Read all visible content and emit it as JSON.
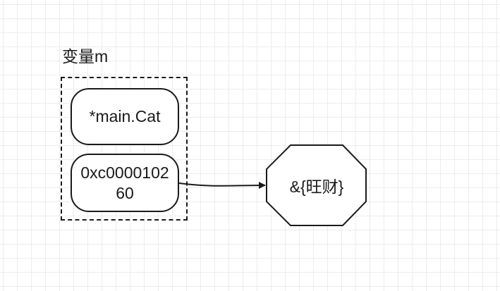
{
  "diagram": {
    "variable_label": "变量m",
    "type_cell": "*main.Cat",
    "address_cell": "0xc000010260",
    "target_value": "&{旺财}"
  },
  "colors": {
    "stroke": "#1a1a1a",
    "grid": "#ececec",
    "fill": "#ffffff"
  }
}
